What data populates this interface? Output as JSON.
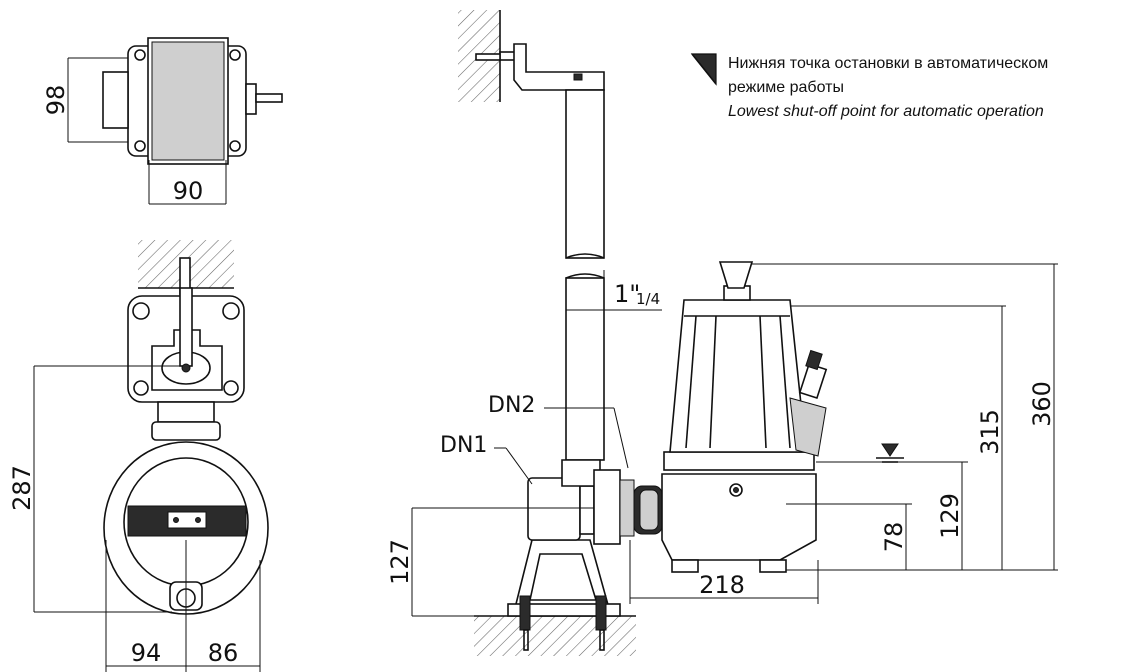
{
  "legend": {
    "line1": "Нижняя точка остановки в автоматическом",
    "line2": "режиме работы",
    "line3": "Lowest shut-off point for automatic operation"
  },
  "dimensions": {
    "top_view_height": "98",
    "top_view_width": "90",
    "front_height": "287",
    "front_left": "94",
    "front_right": "86",
    "pipe_size": "1\"",
    "pipe_size_fraction": "1/4",
    "dn2": "DN2",
    "dn1": "DN1",
    "side_127": "127",
    "side_218": "218",
    "side_78": "78",
    "side_129": "129",
    "side_315": "315",
    "side_360": "360"
  }
}
